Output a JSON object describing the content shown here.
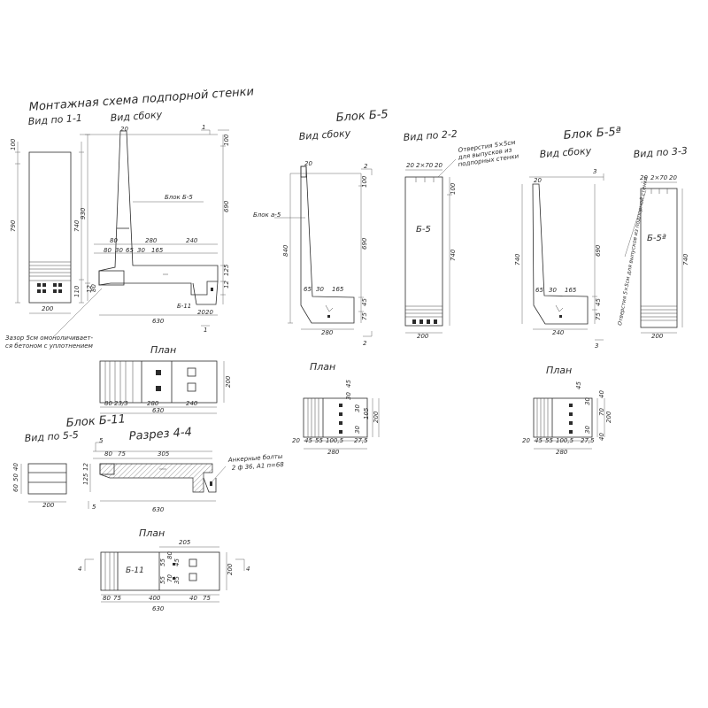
{
  "titles": {
    "mount": "Монтажная схема подпорной стенки",
    "b5": "Блок Б-5",
    "b5a": "Блок Б-5ª",
    "b11": "Блок Б-11",
    "section44": "Разрез 4-4"
  },
  "views": {
    "v11": "Вид по 1-1",
    "side": "Вид сбоку",
    "v22": "Вид по 2-2",
    "v33": "Вид по 3-3",
    "v55": "Вид по 5-5",
    "plan": "План"
  },
  "labels": {
    "blok_b5": "Блок Б-5",
    "b5": "Б-5",
    "b5a": "Б-5ª",
    "b11": "Б-11",
    "blok_a5": "Блок а-5",
    "gap_note_1": "Зазор 5см омоноличивает-",
    "gap_note_2": "ся бетоном с уплотнением",
    "hole_note_1": "Отверстия 5×5см",
    "hole_note_2": "для выпусков из",
    "hole_note_3": "подпорных стенки",
    "hole_note_a": "Отверстия 5×5см для выпусков из подпорной стенки",
    "anchor_1": "Анкерные болты",
    "anchor_2": "2 ф 36, А1 п=68"
  },
  "marks": {
    "m1": "1",
    "m2": "2",
    "m3": "3",
    "m4": "4",
    "m5": "5"
  },
  "dims": {
    "a100": "100",
    "a790": "790",
    "a740": "740",
    "a110": "110",
    "a200": "200",
    "b20": "20",
    "b930": "930",
    "b100": "100",
    "b690": "690",
    "b80": "80",
    "b280": "280",
    "b240": "240",
    "b30": "30",
    "b65": "65",
    "b165": "165",
    "b125": "125",
    "b12": "12",
    "b630": "630",
    "p80": "80",
    "p230": "23/3",
    "p280": "280",
    "p240": "240",
    "p630": "630",
    "p200": "200",
    "c20": "20",
    "c100": "100",
    "c840": "840",
    "c690": "690",
    "c65": "65",
    "c30": "30",
    "c165": "165",
    "c45": "45",
    "c75": "75",
    "c280": "280",
    "d20": "20",
    "d2x70": "2×70",
    "d100": "100",
    "d740": "740",
    "d200": "200",
    "q45": "45",
    "q30": "30",
    "q105": "105",
    "q20": "20",
    "q55": "55",
    "q1005": "100,5",
    "q275": "27,5",
    "q280": "280",
    "e20": "20",
    "e740": "740",
    "e690": "690",
    "e65": "65",
    "e30": "30",
    "e165": "165",
    "e45": "45",
    "e75": "75",
    "e240": "240",
    "r45": "45",
    "r30": "30",
    "r70": "70",
    "r40": "40",
    "r55": "55",
    "r1005": "100,5",
    "r275": "27,5",
    "r280": "280",
    "s40": "40",
    "s50": "50",
    "s60": "60",
    "s200": "200",
    "g80": "80",
    "g75": "75",
    "g305": "305",
    "g125": "125",
    "g12": "12",
    "g630": "630",
    "h205": "205",
    "h80": "80",
    "h75": "75",
    "h400": "400",
    "h40": "40",
    "h630": "630",
    "h200": "200",
    "h55": "55",
    "h45": "45",
    "h70": "70",
    "h35": "35"
  },
  "colors": {
    "ink": "#2b2b2b",
    "paper": "#ffffff"
  }
}
